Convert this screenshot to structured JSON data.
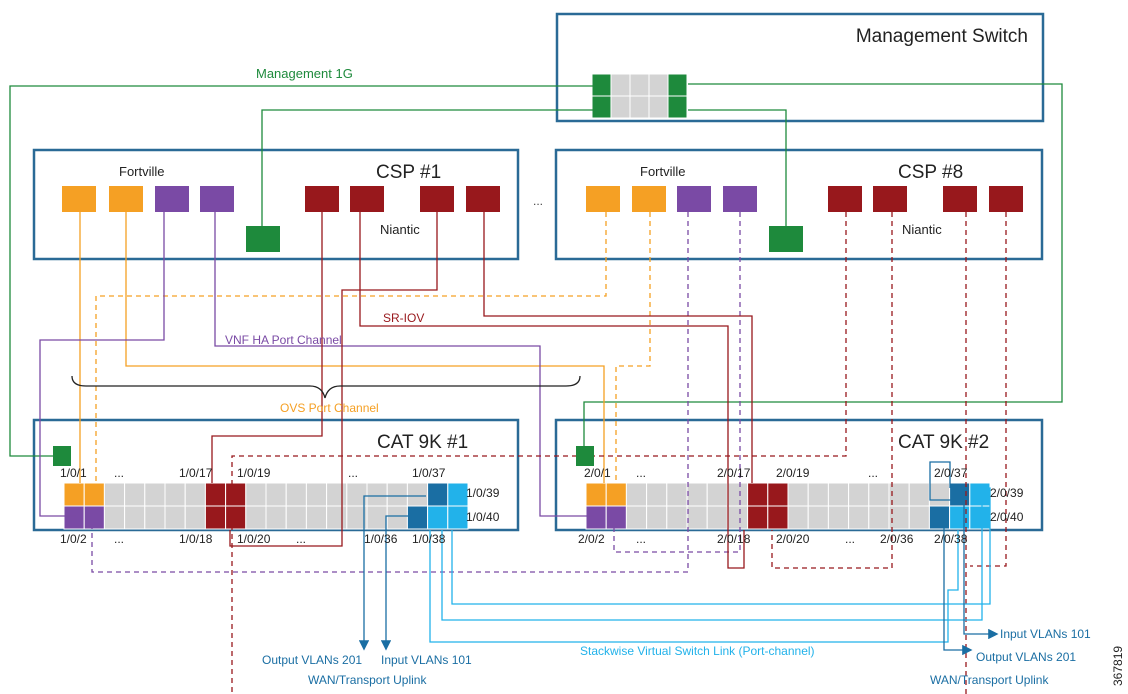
{
  "mgmt_switch": {
    "title": "Management Switch"
  },
  "mgmt_link_label": "Management 1G",
  "csp1": {
    "title": "CSP #1",
    "fortville": "Fortville",
    "niantic": "Niantic"
  },
  "csp8": {
    "title": "CSP #8",
    "fortville": "Fortville",
    "niantic": "Niantic"
  },
  "between_csp": "...",
  "sriov_label": "SR-IOV",
  "vnf_ha_label": "VNF HA Port Channel",
  "ovs_label": "OVS Port Channel",
  "cat1": {
    "title": "CAT 9K #1",
    "ports": [
      "1/0/1",
      "1/0/17",
      "1/0/19",
      "1/0/37",
      "1/0/39",
      "1/0/40",
      "1/0/2",
      "1/0/18",
      "1/0/20",
      "1/0/36",
      "1/0/38"
    ],
    "ellipsis": "..."
  },
  "cat2": {
    "title": "CAT 9K #2",
    "ports": [
      "2/0/1",
      "2/0/17",
      "2/0/19",
      "2/0/37",
      "2/0/39",
      "2/0/40",
      "2/0/2",
      "2/0/18",
      "2/0/20",
      "2/0/36",
      "2/0/38"
    ],
    "ellipsis": "..."
  },
  "bottom_left": {
    "output": "Output VLANs 201",
    "input": "Input VLANs 101",
    "uplink": "WAN/Transport Uplink"
  },
  "bottom_mid": "Stackwise Virtual Switch Link (Port-channel)",
  "bottom_right": {
    "input": "Input VLANs 101",
    "output": "Output VLANs 201",
    "uplink": "WAN/Transport Uplink"
  },
  "figure_id": "367819",
  "colors": {
    "box_border": "#2a6a96",
    "mgmt_green": "#1e8a3c",
    "orange": "#f5a024",
    "purple": "#7a4aa5",
    "dark_red": "#98181c",
    "dark_blue": "#1a6ea3",
    "light_blue": "#22b2ea",
    "port_gray": "#d3d3d3"
  }
}
